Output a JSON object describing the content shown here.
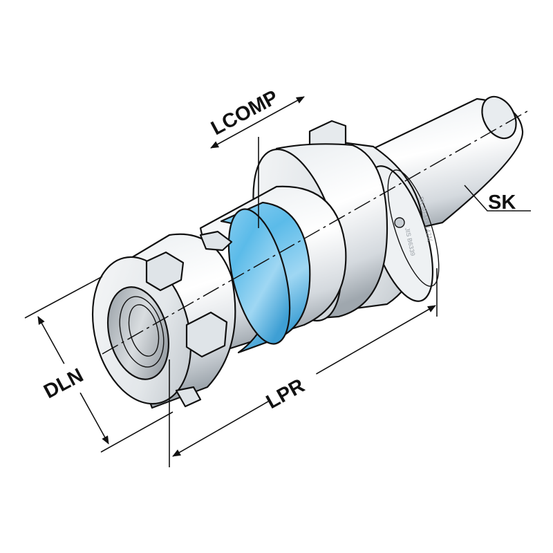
{
  "labels": {
    "lcomp": "LCOMP",
    "sk": "SK",
    "dln": "DLN",
    "lpr": "LPR"
  },
  "engraving": {
    "line1": "SK 40-M3-1421(",
    "line2": "JIS B6339"
  },
  "colors": {
    "accent_band": "#4fb3e6",
    "steel_light": "#f4f6f8",
    "steel_dark": "#aab2ba",
    "outline": "#111111"
  }
}
